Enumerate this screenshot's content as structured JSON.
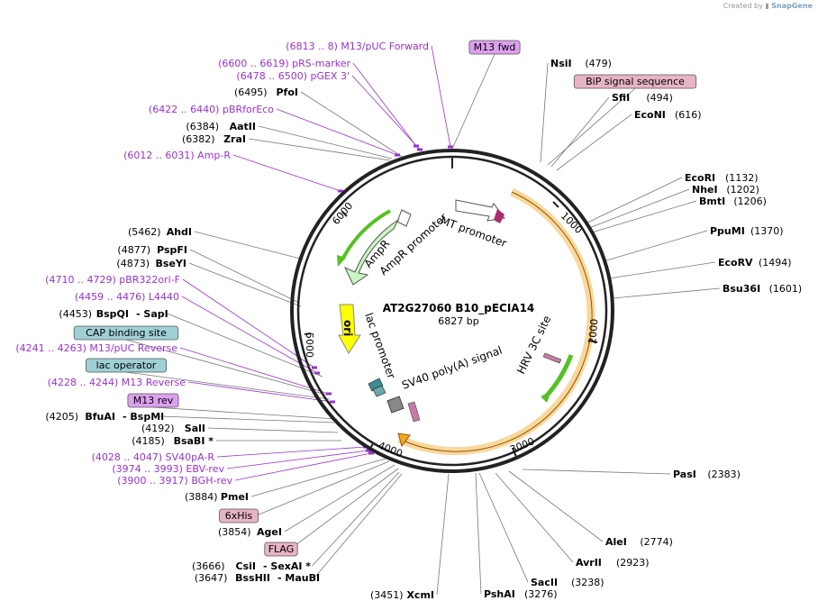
{
  "credit": {
    "prefix": "Created by",
    "brand": "SnapGene"
  },
  "plasmid": {
    "name": "AT2G27060 B10_pECIA14",
    "size": "6827 bp"
  },
  "colors": {
    "feature_orange": "#f5a623",
    "feature_green": "#56c126",
    "feature_green_light": "#c8f5c0",
    "ori_yellow": "#ffff00",
    "primer_purple": "#9932cc",
    "box_purple": "#dda0ef",
    "box_pink": "#e8b4c4",
    "box_teal": "#9fd0d6",
    "promoter_pink": "#aa2d6e"
  },
  "ticks": [
    "1000",
    "2000",
    "3000",
    "4000",
    "5000",
    "6000"
  ],
  "features": {
    "mt_promoter": "MT promoter",
    "ampr_promoter": "AmpR promoter",
    "ampr": "AmpR",
    "ori": "ori",
    "lac_promoter": "lac promoter",
    "sv40": "SV40 poly(A) signal",
    "hrv": "HRV 3C site"
  },
  "labels": [
    {
      "pos": "(6813 .. 8)",
      "name": "M13/pUC Forward",
      "kind": "primer"
    },
    {
      "name": "M13 fwd",
      "kind": "box",
      "color": "purple"
    },
    {
      "name": "NsiI",
      "pos": "(479)",
      "kind": "enzyme"
    },
    {
      "name": "BiP signal sequence",
      "kind": "box",
      "color": "pink"
    },
    {
      "pos": "(6600 .. 6619)",
      "name": "pRS-marker",
      "kind": "primer"
    },
    {
      "pos": "(6478 .. 6500)",
      "name": "pGEX 3'",
      "kind": "primer"
    },
    {
      "name": "SfiI",
      "pos": "(494)",
      "kind": "enzyme"
    },
    {
      "pos": "(6495)",
      "name": "PfoI",
      "kind": "enzyme"
    },
    {
      "name": "EcoNI",
      "pos": "(616)",
      "kind": "enzyme"
    },
    {
      "pos": "(6422 .. 6440)",
      "name": "pBRforEco",
      "kind": "primer"
    },
    {
      "pos": "(6384)",
      "name": "AatII",
      "kind": "enzyme"
    },
    {
      "pos": "(6382)",
      "name": "ZraI",
      "kind": "enzyme"
    },
    {
      "pos": "(6012 .. 6031)",
      "name": "Amp-R",
      "kind": "primer"
    },
    {
      "name": "EcoRI",
      "pos": "(1132)",
      "kind": "enzyme"
    },
    {
      "name": "NheI",
      "pos": "(1202)",
      "kind": "enzyme"
    },
    {
      "name": "BmtI",
      "pos": "(1206)",
      "kind": "enzyme"
    },
    {
      "pos": "(5462)",
      "name": "AhdI",
      "kind": "enzyme"
    },
    {
      "name": "PpuMI",
      "pos": "(1370)",
      "kind": "enzyme"
    },
    {
      "pos": "(4877)",
      "name": "PspFI",
      "kind": "enzyme"
    },
    {
      "pos": "(4873)",
      "name": "BseYI",
      "kind": "enzyme"
    },
    {
      "name": "EcoRV",
      "pos": "(1494)",
      "kind": "enzyme"
    },
    {
      "pos": "(4710 .. 4729)",
      "name": "pBR322ori-F",
      "kind": "primer"
    },
    {
      "name": "Bsu36I",
      "pos": "(1601)",
      "kind": "enzyme"
    },
    {
      "pos": "(4459 .. 4476)",
      "name": "L4440",
      "kind": "primer"
    },
    {
      "pos": "(4453)",
      "name": "BspQI",
      "extra": "SapI",
      "kind": "enzyme2"
    },
    {
      "name": "CAP binding site",
      "kind": "box",
      "color": "teal"
    },
    {
      "pos": "(4241 .. 4263)",
      "name": "M13/pUC Reverse",
      "kind": "primer"
    },
    {
      "name": "lac operator",
      "kind": "box",
      "color": "teal"
    },
    {
      "pos": "(4228 .. 4244)",
      "name": "M13 Reverse",
      "kind": "primer"
    },
    {
      "name": "M13 rev",
      "kind": "box",
      "color": "purple"
    },
    {
      "pos": "(4205)",
      "name": "BfuAI",
      "extra": "BspMI",
      "kind": "enzyme2"
    },
    {
      "pos": "(4192)",
      "name": "SalI",
      "kind": "enzyme"
    },
    {
      "pos": "(4185)",
      "name": "BsaBI *",
      "kind": "enzyme"
    },
    {
      "pos": "(4028 .. 4047)",
      "name": "SV40pA-R",
      "kind": "primer"
    },
    {
      "pos": "(3974 .. 3993)",
      "name": "EBV-rev",
      "kind": "primer"
    },
    {
      "pos": "(3900 .. 3917)",
      "name": "BGH-rev",
      "kind": "primer"
    },
    {
      "name": "PasI",
      "pos": "(2383)",
      "kind": "enzyme"
    },
    {
      "pos": "(3884)",
      "name": "PmeI",
      "kind": "enzyme"
    },
    {
      "name": "6xHis",
      "kind": "box",
      "color": "pink"
    },
    {
      "pos": "(3854)",
      "name": "AgeI",
      "kind": "enzyme"
    },
    {
      "name": "AleI",
      "pos": "(2774)",
      "kind": "enzyme"
    },
    {
      "name": "FLAG",
      "kind": "box",
      "color": "pink"
    },
    {
      "name": "AvrII",
      "pos": "(2923)",
      "kind": "enzyme"
    },
    {
      "pos": "(3666)",
      "name": "CsiI",
      "extra": "SexAI *",
      "kind": "enzyme2"
    },
    {
      "pos": "(3647)",
      "name": "BssHII",
      "extra": "MauBI",
      "kind": "enzyme2"
    },
    {
      "name": "SacII",
      "pos": "(3238)",
      "kind": "enzyme"
    },
    {
      "name": "PshAI",
      "pos": "(3276)",
      "kind": "enzyme"
    },
    {
      "pos": "(3451)",
      "name": "XcmI",
      "kind": "enzyme"
    }
  ]
}
